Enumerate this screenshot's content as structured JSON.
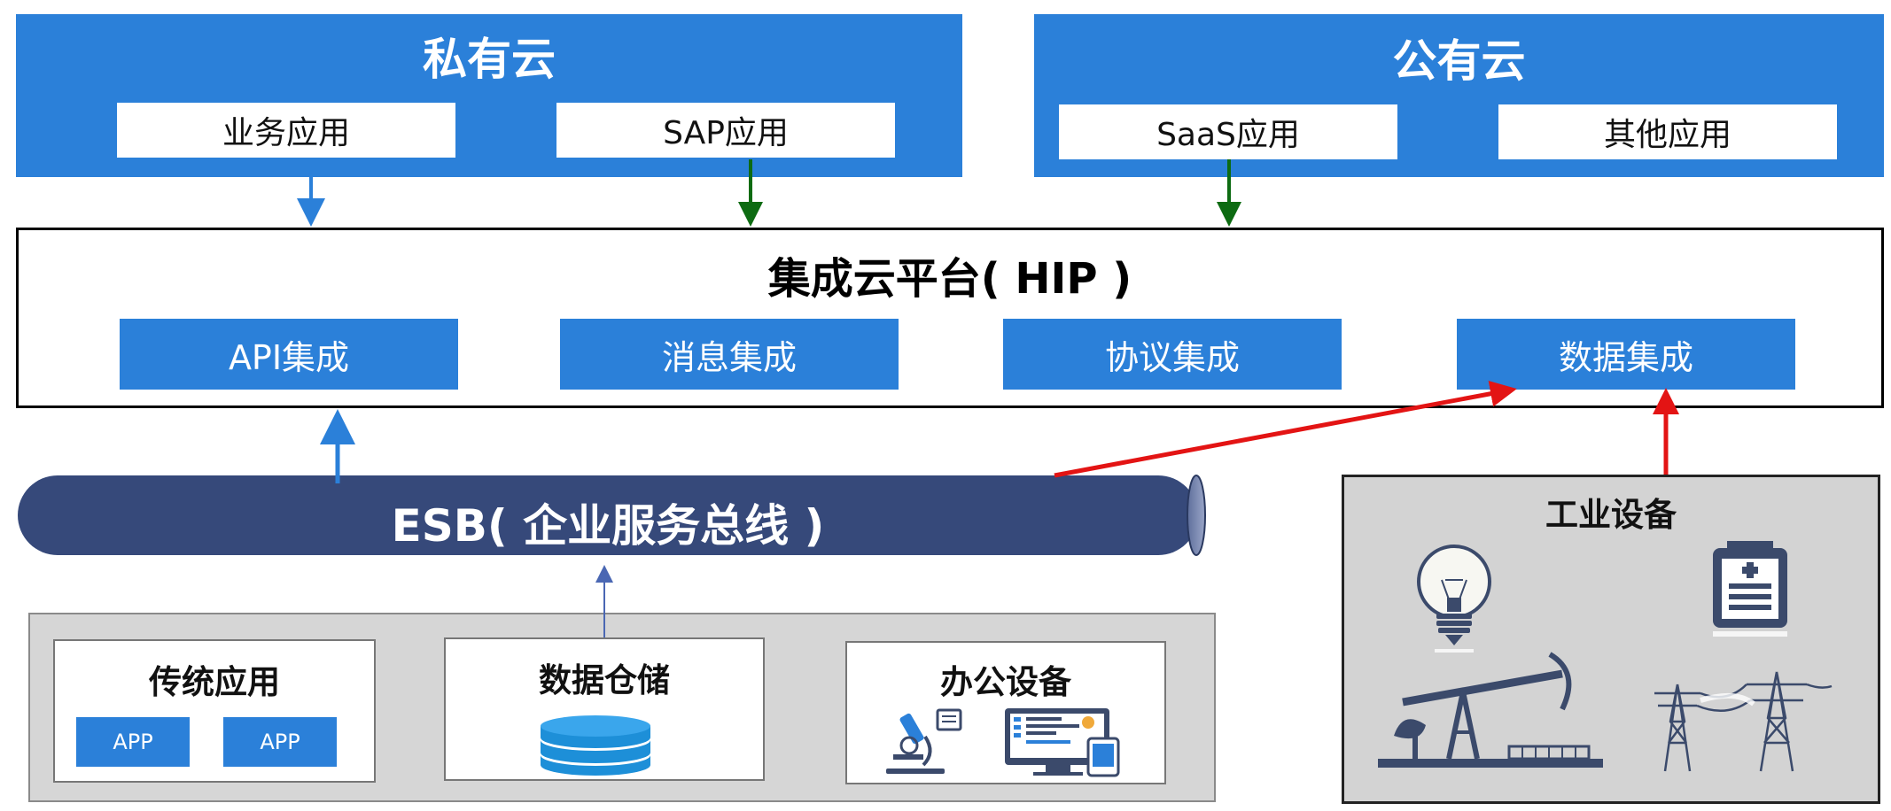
{
  "private_cloud": {
    "title": "私有云",
    "apps": [
      "业务应用",
      "SAP应用"
    ]
  },
  "public_cloud": {
    "title": "公有云",
    "apps": [
      "SaaS应用",
      "其他应用"
    ]
  },
  "hip": {
    "title": "集成云平台( HIP )",
    "modules": [
      "API集成",
      "消息集成",
      "协议集成",
      "数据集成"
    ]
  },
  "esb": {
    "label": "ESB( 企业服务总线 )"
  },
  "sources": {
    "legacy": {
      "title": "传统应用",
      "apps": [
        "APP",
        "APP"
      ]
    },
    "warehouse": {
      "title": "数据仓储",
      "icon": "database-icon"
    },
    "office": {
      "title": "办公设备",
      "icons": [
        "microscope-icon",
        "computer-tablet-icon"
      ]
    }
  },
  "industrial": {
    "title": "工业设备",
    "icons": [
      "light-bulb-icon",
      "battery-icon",
      "oil-pump-icon",
      "power-tower-icon"
    ]
  },
  "colors": {
    "panel_blue": "#2b80d9",
    "esb_navy": "#36497a",
    "arrow_blue": "#2b80d9",
    "arrow_green": "#0d6b12",
    "arrow_red": "#e31414",
    "panel_grey": "#d6d6d6"
  }
}
